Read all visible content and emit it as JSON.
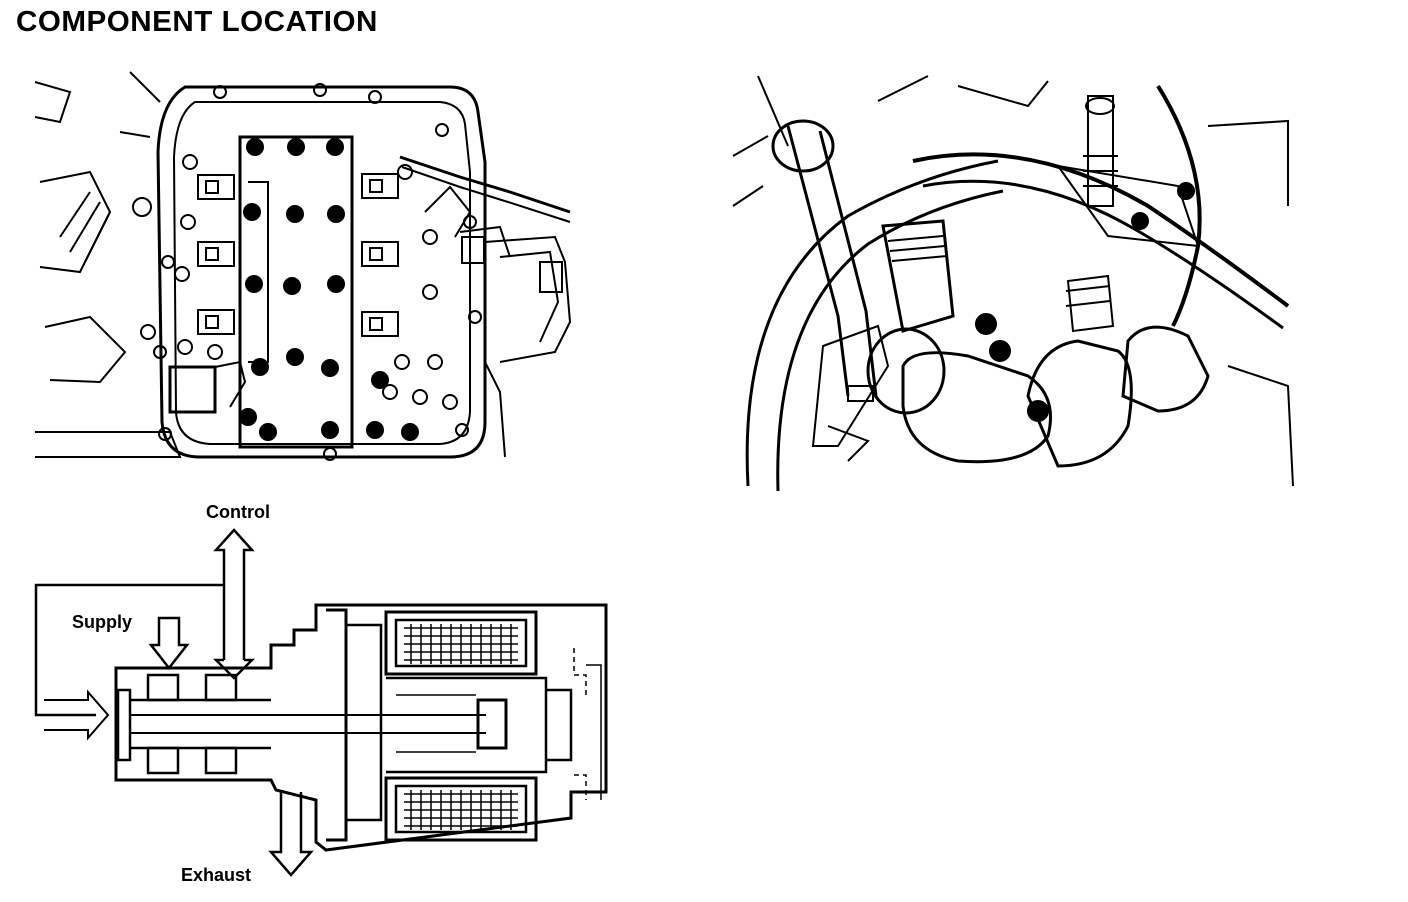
{
  "page_title": "COMPONENT LOCATION",
  "figures": {
    "valve_body_illustration": {},
    "park_neutral_switch_illustration": {},
    "solenoid_cutaway": {
      "labels": {
        "control": "Control",
        "supply": "Supply",
        "exhaust": "Exhaust"
      }
    }
  },
  "colors": {
    "line": "#000000",
    "background": "#ffffff"
  }
}
